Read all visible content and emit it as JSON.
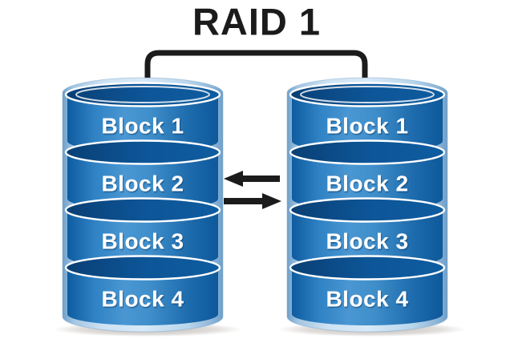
{
  "title": "RAID 1",
  "colors": {
    "line": "#1b1b1b",
    "band_blue": "#3a8bc8",
    "band_dark": "#0d5a9e",
    "platter_navy": "#0b4f8e",
    "shell_light": "#c3dcf0",
    "label_white": "#ffffff",
    "background": "#ffffff"
  },
  "disks": [
    {
      "blocks": [
        "Block 1",
        "Block 2",
        "Block 3",
        "Block 4"
      ]
    },
    {
      "blocks": [
        "Block 1",
        "Block 2",
        "Block 3",
        "Block 4"
      ]
    }
  ],
  "sync_arrows": [
    "left",
    "right"
  ]
}
